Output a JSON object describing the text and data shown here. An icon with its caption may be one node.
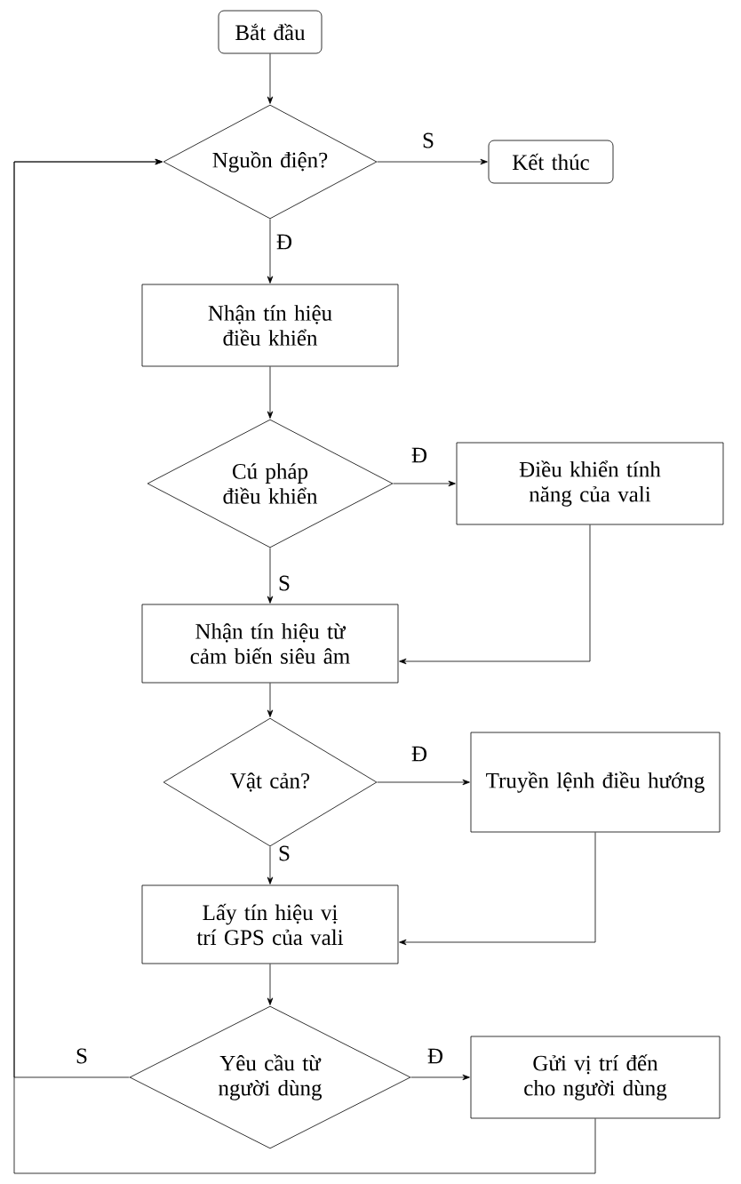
{
  "diagram": {
    "nodes": [
      {
        "text": [
          "Bắt đầu"
        ]
      },
      {
        "text": [
          "Nguồn điện?"
        ]
      },
      {
        "text": [
          "Kết thúc"
        ]
      },
      {
        "text": [
          "Nhận tín hiệu điều khiển"
        ]
      },
      {
        "text": [
          "Cú pháp điều khiển"
        ]
      },
      {
        "text": [
          "Điều khiển tính năng của vali"
        ]
      },
      {
        "text": [
          "Nhận tín hiệu từ cảm biến siêu âm"
        ]
      },
      {
        "text": [
          "Vật cản?"
        ]
      },
      {
        "text": [
          "Truyền lệnh điều hướng"
        ]
      },
      {
        "text": [
          "Lấy tín hiệu vị trí GPS của vali"
        ]
      },
      {
        "text": [
          "Yêu cầu từ người dùng"
        ]
      },
      {
        "text": [
          "Gửi vị trí đến cho người dùng"
        ]
      }
    ],
    "edges": [
      {
        "from": 0,
        "to": 1,
        "arrow": "to"
      },
      {
        "from": 1,
        "to": 2,
        "arrow": "to",
        "label": "S"
      },
      {
        "from": 1,
        "to": 3,
        "arrow": "to",
        "label": "Đ"
      },
      {
        "from": 3,
        "to": 4,
        "arrow": "to"
      },
      {
        "from": 4,
        "to": 5,
        "arrow": "to",
        "label": "Đ"
      },
      {
        "from": 4,
        "to": 6,
        "arrow": "to",
        "label": "S"
      },
      {
        "from": 5,
        "to": 6,
        "arrow": "to"
      },
      {
        "from": 6,
        "to": 7,
        "arrow": "to"
      },
      {
        "from": 7,
        "to": 8,
        "arrow": "to",
        "label": "Đ"
      },
      {
        "from": 7,
        "to": 9,
        "arrow": "to",
        "label": "S"
      },
      {
        "from": 8,
        "to": 9,
        "arrow": "to"
      },
      {
        "from": 9,
        "to": 10,
        "arrow": "to"
      },
      {
        "from": 10,
        "to": 1,
        "arrow": "to",
        "label": "S"
      },
      {
        "from": 10,
        "to": 11,
        "arrow": "to",
        "label": "Đ"
      },
      {
        "from": 11,
        "to": 1,
        "arrow": "to"
      }
    ]
  }
}
